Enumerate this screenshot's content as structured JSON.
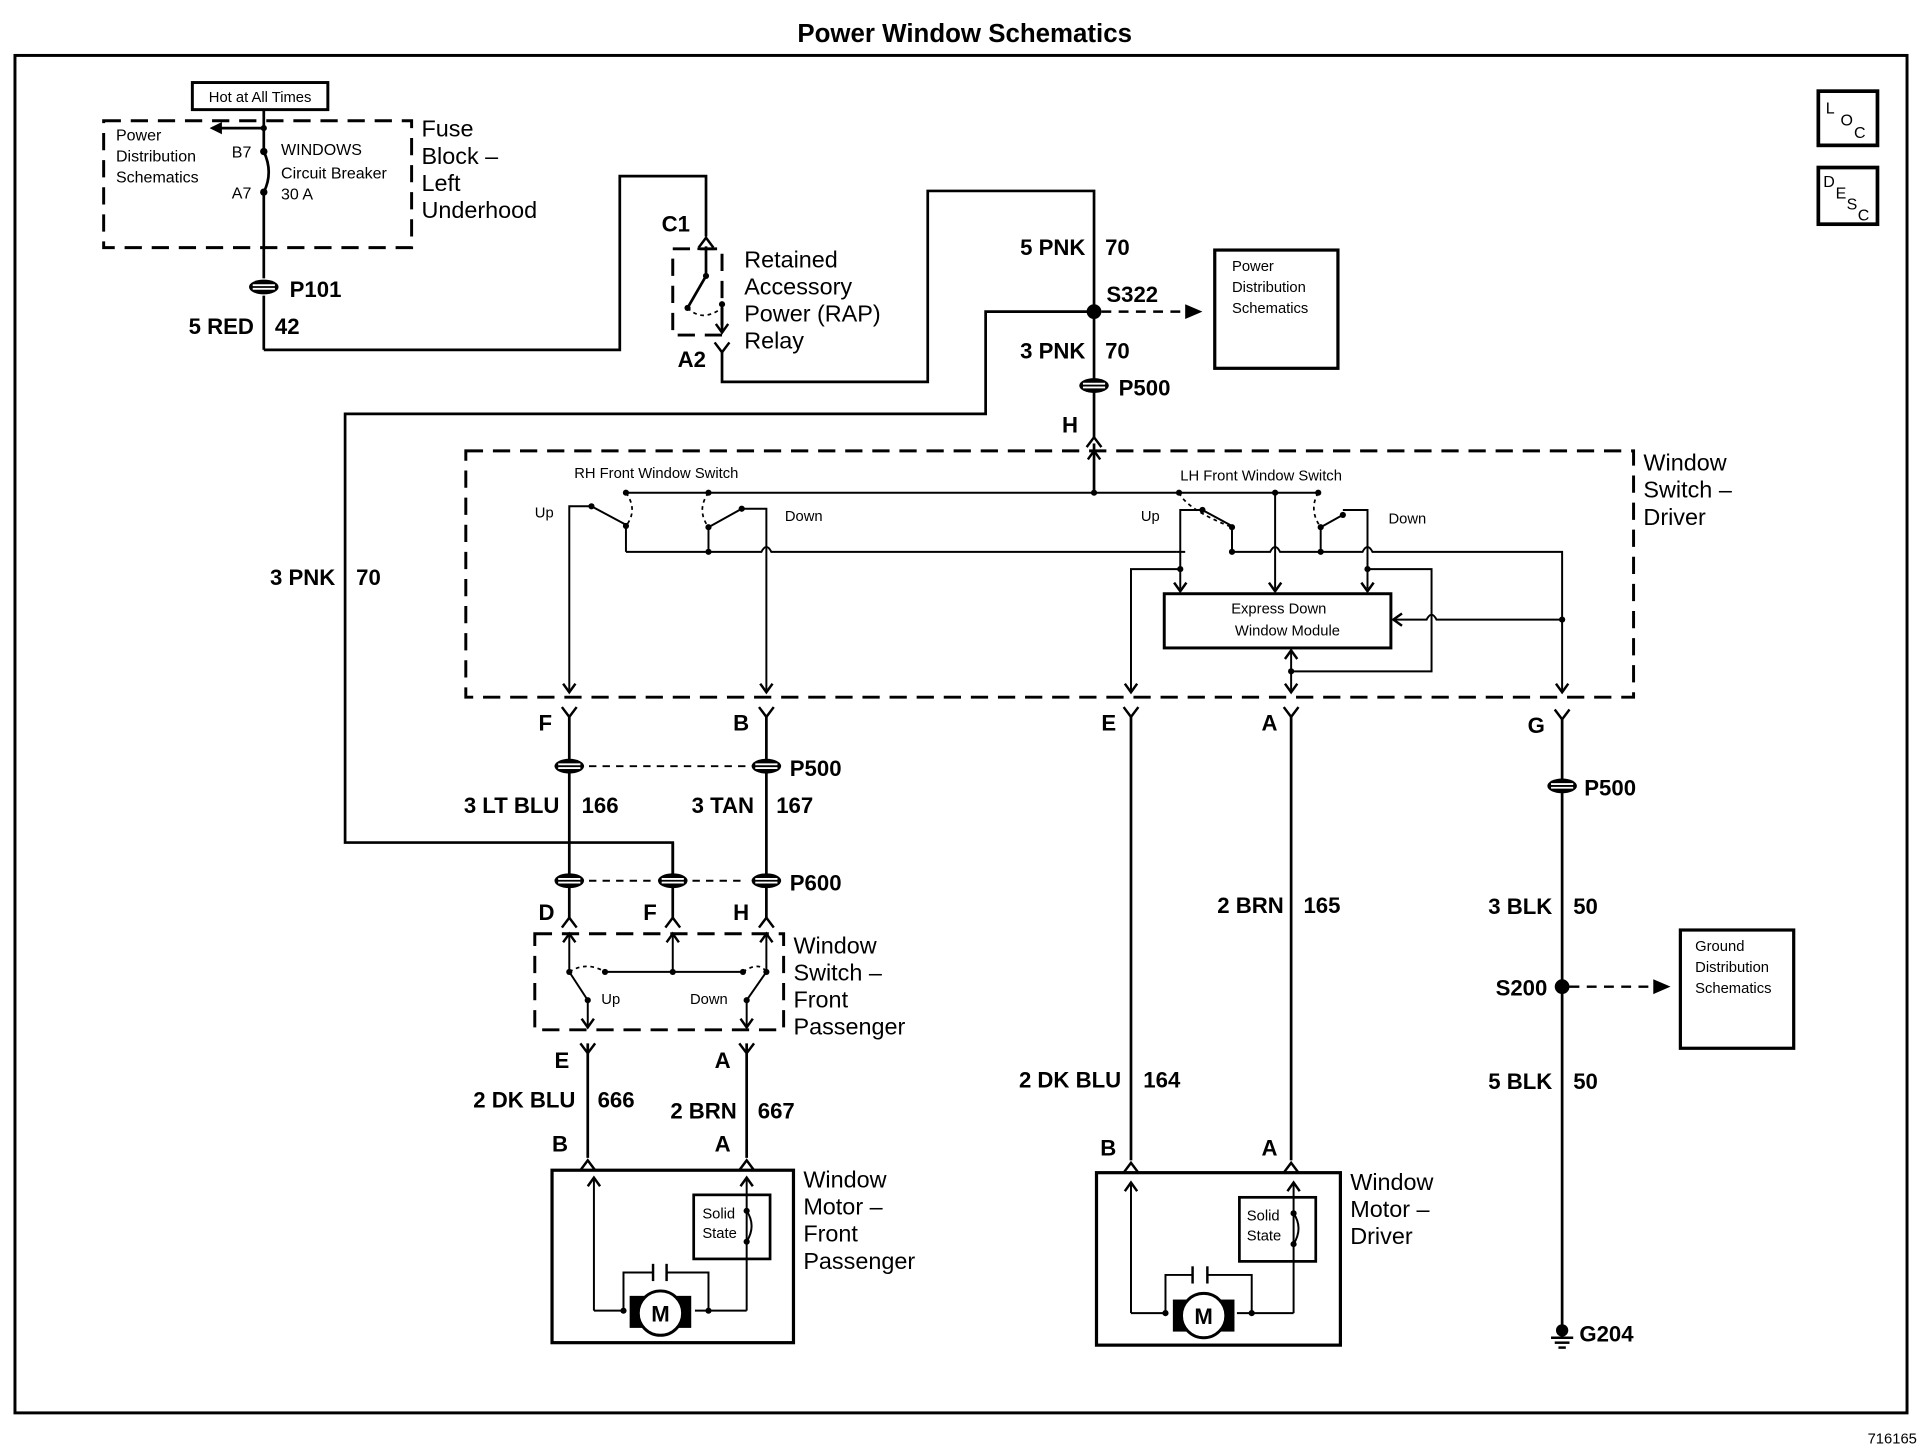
{
  "title": "Power Window Schematics",
  "figure_id": "716165",
  "nav_buttons": {
    "loc": {
      "letters": [
        "L",
        "O",
        "C"
      ]
    },
    "desc": {
      "letters": [
        "D",
        "E",
        "S",
        "C"
      ]
    }
  },
  "fuse_block": {
    "hot_label": "Hot at All Times",
    "name_lines": [
      "Fuse",
      "Block –",
      "Left",
      "Underhood"
    ],
    "ref_lines": [
      "Power",
      "Distribution",
      "Schematics"
    ],
    "pin_top": "B7",
    "pin_bottom": "A7",
    "breaker_lines": [
      "WINDOWS",
      "Circuit Breaker",
      "30 A"
    ]
  },
  "p101": {
    "connector": "P101",
    "wire_color": "5 RED",
    "circuit": "42"
  },
  "rap_relay": {
    "pin_top": "C1",
    "pin_bottom": "A2",
    "name_lines": [
      "Retained",
      "Accessory",
      "Power (RAP)",
      "Relay"
    ]
  },
  "splice_s322": {
    "upper_wire": "5 PNK",
    "upper_circuit": "70",
    "splice": "S322",
    "lower_wire": "3 PNK",
    "lower_circuit": "70",
    "connector": "P500",
    "pin": "H",
    "ref_lines": [
      "Power",
      "Distribution",
      "Schematics"
    ]
  },
  "left_feed": {
    "wire_color": "3 PNK",
    "circuit": "70"
  },
  "driver_switch": {
    "name_lines": [
      "Window",
      "Switch –",
      "Driver"
    ],
    "rh_label": "RH Front Window Switch",
    "lh_label": "LH Front Window Switch",
    "up": "Up",
    "down": "Down",
    "module_lines": [
      "Express Down",
      "Window Module"
    ],
    "pins": [
      "F",
      "B",
      "E",
      "A",
      "G"
    ]
  },
  "passenger_feed": {
    "p500": "P500",
    "left_wire": "3 LT BLU",
    "left_circuit": "166",
    "right_wire": "3 TAN",
    "right_circuit": "167",
    "p600": "P600",
    "pins": [
      "D",
      "F",
      "H"
    ]
  },
  "passenger_switch": {
    "name_lines": [
      "Window",
      "Switch –",
      "Front",
      "Passenger"
    ],
    "up": "Up",
    "down": "Down",
    "pin_left": "E",
    "pin_right": "A"
  },
  "passenger_motor_wires": {
    "left_wire": "2 DK BLU",
    "left_circuit": "666",
    "right_wire": "2 BRN",
    "right_circuit": "667",
    "pin_left": "B",
    "pin_right": "A"
  },
  "passenger_motor": {
    "name_lines": [
      "Window",
      "Motor –",
      "Front",
      "Passenger"
    ],
    "solid_state_lines": [
      "Solid",
      "State"
    ],
    "motor_symbol": "M"
  },
  "driver_motor_wires": {
    "a_wire": "2 BRN",
    "a_circuit": "165",
    "e_wire": "2 DK BLU",
    "e_circuit": "164",
    "pin_left": "B",
    "pin_right": "A"
  },
  "driver_motor": {
    "name_lines": [
      "Window",
      "Motor –",
      "Driver"
    ],
    "solid_state_lines": [
      "Solid",
      "State"
    ],
    "motor_symbol": "M"
  },
  "ground": {
    "connector": "P500",
    "upper_wire": "3 BLK",
    "upper_circuit": "50",
    "splice": "S200",
    "lower_wire": "5 BLK",
    "lower_circuit": "50",
    "ground_point": "G204",
    "ref_lines": [
      "Ground",
      "Distribution",
      "Schematics"
    ]
  }
}
